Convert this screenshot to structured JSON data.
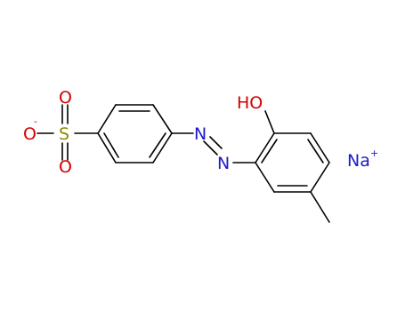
{
  "molecule": {
    "atoms": {
      "hydroxyl": "HO",
      "sulfur": "S",
      "oxygen_top": "O",
      "oxygen_left": "O",
      "oxygen_bottom": "O",
      "nitrogen_upper": "N",
      "nitrogen_lower": "N",
      "sodium": "Na"
    },
    "charges": {
      "oxygen_left": "-",
      "sodium": "+"
    }
  },
  "colors": {
    "bond": "#000000",
    "oxygen": "#d40000",
    "sulfur": "#8a8a00",
    "nitrogen": "#1a1acc",
    "sodium": "#1a1acc"
  }
}
